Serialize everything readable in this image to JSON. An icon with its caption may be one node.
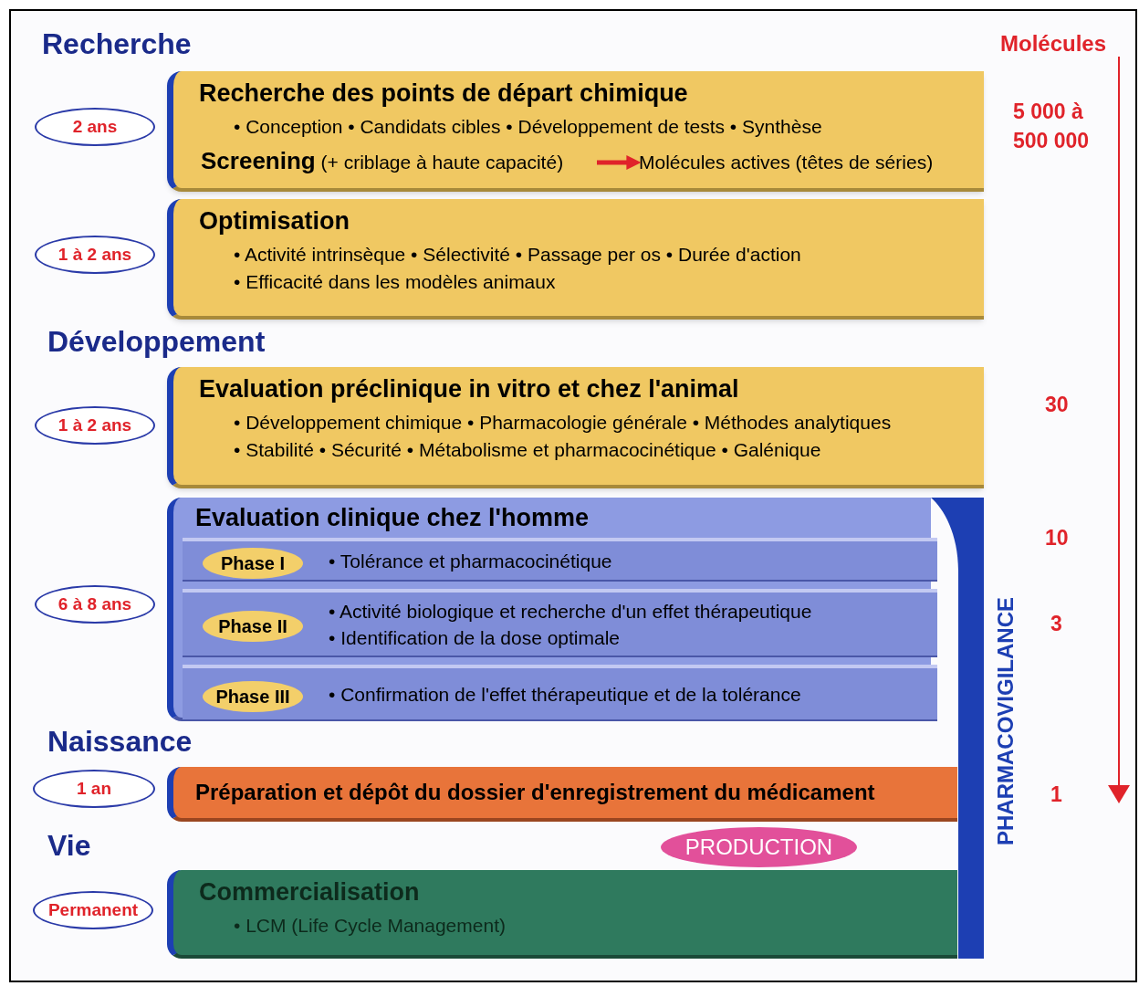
{
  "diagram": {
    "nodes": [
      {
        "text": [
          "Recherche des points de départ chimique",
          "• Conception • Candidats cibles • Développement de tests • Synthèse"
        ]
      },
      {
        "text": [
          "**Screening** (+ criblage à haute capacité)"
        ],
        "in": 0
      },
      {
        "text": [
          "Molécules actives (têtes de séries)"
        ],
        "in": 0
      },
      {
        "text": [
          "Optimisation",
          "• Activité intrinsèque • Sélectivité • Passage per os • Durée d'action",
          "• Efficacité dans les modèles animaux"
        ]
      },
      {
        "text": [
          "Evaluation préclinique **in vitro** et chez l'animal",
          "• Développement chimique • Pharmacologie générale • Méthodes analytiques",
          "• Stabilité • Sécurité • Métabolisme et pharmacocinétique • Galénique"
        ]
      },
      {
        "text": [
          "Evaluation clinique chez l'homme"
        ]
      },
      {
        "text": [
          "• Tolérance et pharmacocinétique"
        ],
        "in": 5
      },
      {
        "text": [
          "Phase I"
        ],
        "in": 6
      },
      {
        "text": [
          "• Activité biologique et recherche d'un effet thérapeutique",
          "• Identification de la dose optimale"
        ],
        "in": 5
      },
      {
        "text": [
          "Phase II"
        ],
        "in": 8
      },
      {
        "text": [
          "• Confirmation de l'effet thérapeutique et de la tolérance"
        ],
        "in": 5
      },
      {
        "text": [
          "Phase III"
        ],
        "in": 10
      },
      {
        "text": [
          "Préparation et dépôt du dossier d'enregistrement du médicament"
        ]
      },
      {
        "text": [
          "PRODUCTION"
        ]
      },
      {
        "text": [
          "Commercialisation",
          "• LCM (Life Cycle Management)"
        ]
      },
      {
        "text": [
          "PHARMACOVIGILANCE"
        ]
      },
      {
        "text": [
          "2 ans"
        ]
      },
      {
        "text": [
          "1 à 2 ans"
        ]
      },
      {
        "text": [
          "1 à 2 ans"
        ]
      },
      {
        "text": [
          "6 à 8 ans"
        ]
      },
      {
        "text": [
          "1 an"
        ]
      },
      {
        "text": [
          "Permanent"
        ]
      }
    ],
    "edges": [
      {
        "from": 1,
        "to": 2,
        "arrow": "to",
        "color": "#e0232a"
      }
    ],
    "labels": [
      "Recherche",
      "Molécules",
      "5 000 à 500 000",
      "Développement",
      "30",
      "10",
      "3",
      "Naissance",
      "Vie",
      "1"
    ]
  }
}
